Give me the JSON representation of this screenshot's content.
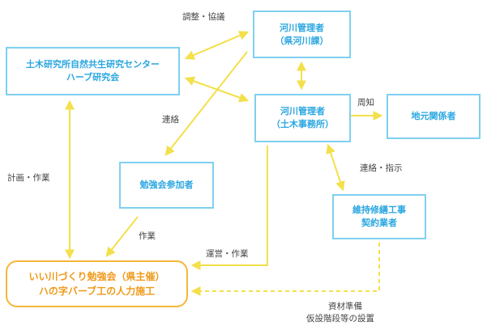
{
  "nodes": {
    "kensei_kanrisha": [
      "河川管理者",
      "（県河川課）"
    ],
    "research_center": [
      "土木研究所自然共生研究センター",
      "ハーブ研究会"
    ],
    "doboku_kanrisha": [
      "河川管理者",
      "（土木事務所）"
    ],
    "jimoto": [
      "地元関係者"
    ],
    "sankasha": [
      "勉強会参加者"
    ],
    "gyosha": [
      "維持修繕工事",
      "契約業者"
    ],
    "workshop": [
      "いい川づくり勉強会（県主催）",
      "ハの字バーブ工の人力施工"
    ]
  },
  "labels": {
    "chosei": "調整・協議",
    "shuchi": "周知",
    "renraku": "連絡",
    "renraku_shiji": "連絡・指示",
    "keikaku_sagyo": "計画・作業",
    "sagyo": "作業",
    "unei_sagyo": "運営・作業",
    "shizai_1": "資材準備",
    "shizai_2": "仮設階段等の設置"
  },
  "colors": {
    "box_border": "#7fd0f0",
    "box_text": "#2aa6e0",
    "arrow": "#f3e04a",
    "workshop_border": "#f5b63a",
    "workshop_text": "#ef9a1a",
    "label_text": "#444444"
  }
}
